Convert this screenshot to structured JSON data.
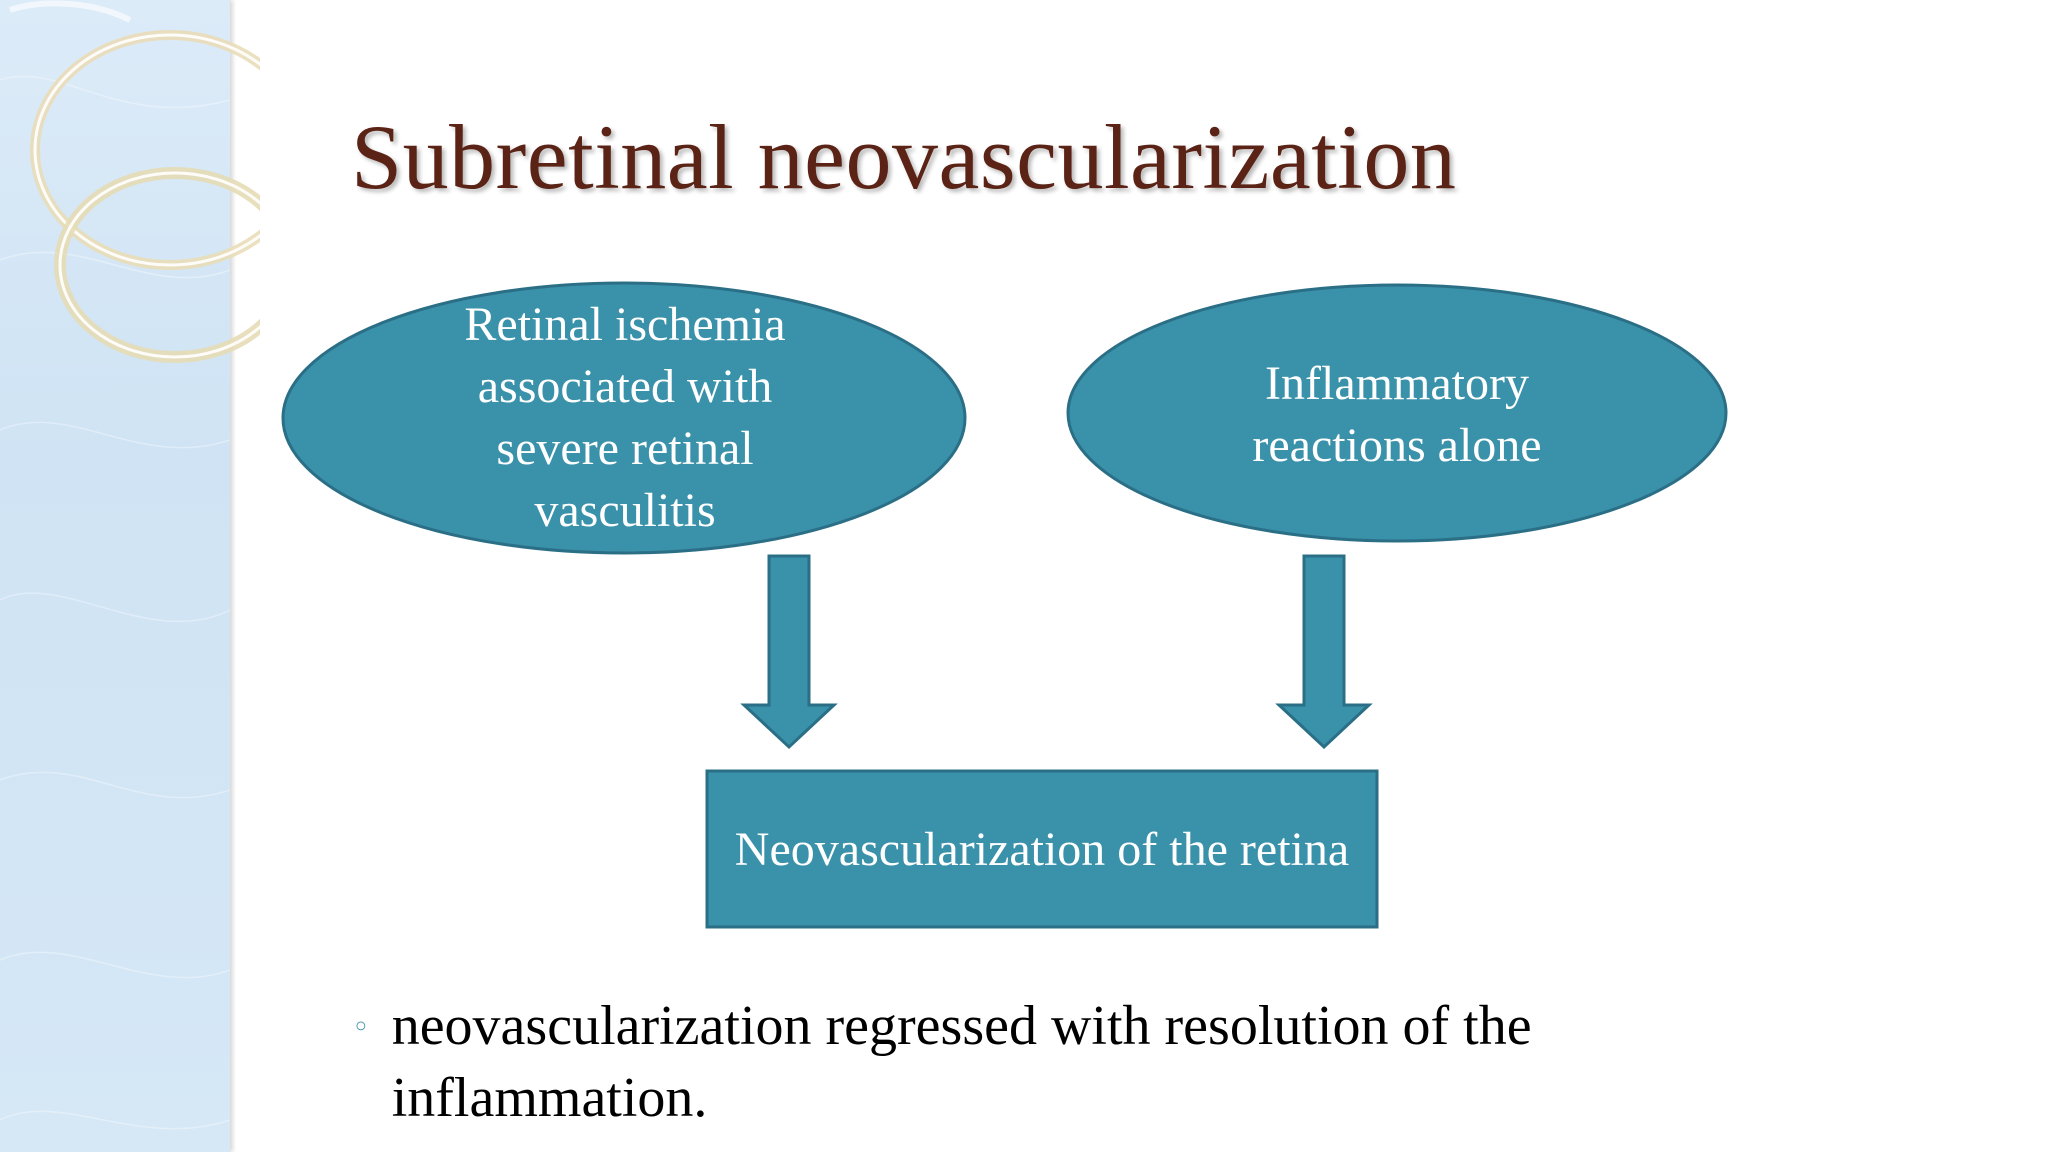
{
  "slide": {
    "title": "Subretinal neovascularization",
    "colors": {
      "title": "#5a2315",
      "shape_fill": "#3a91aa",
      "shape_stroke": "#2a6f86",
      "shape_text": "#ffffff",
      "sidebar": "#d6e8f6",
      "bullet_marker": "#3a8fa8"
    }
  },
  "diagram": {
    "nodes": [
      {
        "id": "cause_ischemia",
        "shape": "ellipse",
        "text": "Retinal ischemia associated with severe retinal vasculitis"
      },
      {
        "id": "cause_inflammation",
        "shape": "ellipse",
        "text": "Inflammatory reactions alone"
      },
      {
        "id": "outcome",
        "shape": "rectangle",
        "text": "Neovascularization of the retina"
      }
    ],
    "edges": [
      {
        "from": "cause_ischemia",
        "to": "outcome",
        "style": "block-arrow-down"
      },
      {
        "from": "cause_inflammation",
        "to": "outcome",
        "style": "block-arrow-down"
      }
    ]
  },
  "bullets": [
    {
      "marker_icon": "hollow-circle-bullet-icon",
      "text": "neovascularization regressed with resolution of the inflammation."
    }
  ]
}
